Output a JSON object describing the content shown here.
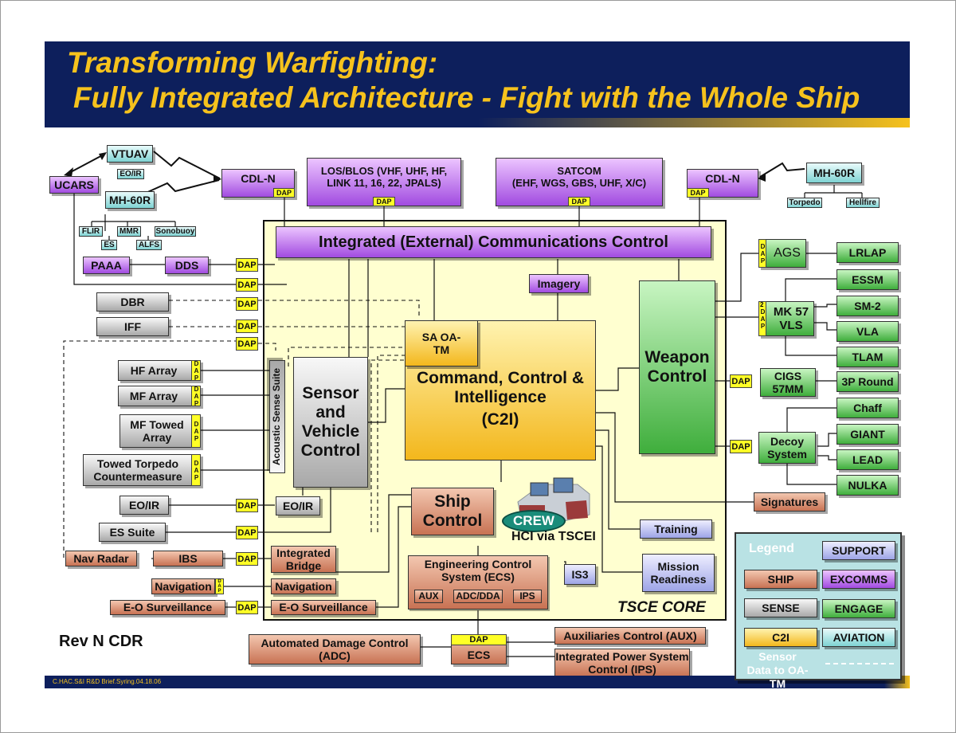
{
  "title": {
    "line1": "Transforming Warfighting:",
    "line2": "Fully Integrated Architecture - Fight with the Whole Ship"
  },
  "dap": "DAP",
  "aviation_left": {
    "vtuav": "VTUAV",
    "eoir": "EO/IR",
    "ucars": "UCARS",
    "mh60r": "MH-60R",
    "flir": "FLIR",
    "mmr": "MMR",
    "sonobuoy": "Sonobuoy",
    "es": "ES",
    "alfs": "ALFS"
  },
  "comms": {
    "cdln_left": "CDL-N",
    "losblos": "LOS/BLOS (VHF, UHF, HF, LINK 11, 16, 22, JPALS)",
    "satcom_title": "SATCOM",
    "satcom_sub": "(EHF, WGS, GBS, UHF, X/C)",
    "cdln_right": "CDL-N",
    "iecc": "Integrated (External) Communications Control",
    "imagery": "Imagery"
  },
  "aviation_right": {
    "mh60r": "MH-60R",
    "torpedo": "Torpedo",
    "hellfire": "Hellfire"
  },
  "left_inputs": {
    "paaa": "PAAA",
    "dds": "DDS",
    "dbr": "DBR",
    "iff": "IFF",
    "hf_array": "HF Array",
    "mf_array": "MF Array",
    "mf_towed": "MF Towed Array",
    "torpedo_cm": "Towed Torpedo Countermeasure",
    "eoir": "EO/IR",
    "es_suite": "ES Suite",
    "nav_radar": "Nav Radar",
    "ibs": "IBS",
    "navigation": "Navigation",
    "eo_surv": "E-O Surveillance"
  },
  "core": {
    "acoustic": "Acoustic Sense Suite",
    "svc": "Sensor and Vehicle Control",
    "eoir_inner": "EO/IR",
    "sa": "SA OA-TM",
    "c2i_main": "Command, Control & Intelligence",
    "c2i_abbr": "(C2I)",
    "weapon": "Weapon Control",
    "ship_control": "Ship Control",
    "crew": "CREW",
    "hci": "HCI via TSCEI",
    "ecs_title": "Engineering Control System (ECS)",
    "aux": "AUX",
    "adc_dda": "ADC/DDA",
    "ips": "IPS",
    "is3": "IS3",
    "training": "Training",
    "mission": "Mission Readiness",
    "integrated_bridge": "Integrated Bridge",
    "navigation": "Navigation",
    "eo_surv": "E-O Surveillance",
    "tsce": "TSCE CORE"
  },
  "weapons": {
    "ags": "AGS",
    "lrlap": "LRLAP",
    "mk57": "MK 57 VLS",
    "two": "2",
    "essm": "ESSM",
    "sm2": "SM-2",
    "vla": "VLA",
    "tlam": "TLAM",
    "cigs": "CIGS 57MM",
    "round": "3P Round",
    "decoy": "Decoy System",
    "chaff": "Chaff",
    "giant": "GIANT",
    "lead": "LEAD",
    "nulka": "NULKA",
    "signatures": "Signatures"
  },
  "bottom": {
    "adc": "Automated Damage Control (ADC)",
    "ecs": "ECS",
    "aux_ctrl": "Auxiliaries Control (AUX)",
    "ips_ctrl": "Integrated Power System Control (IPS)",
    "rev": "Rev N CDR",
    "footer": "C.HAC.S&I R&D Brief.Syring.04.18.06"
  },
  "legend": {
    "title": "Legend",
    "support": "SUPPORT",
    "ship": "SHIP",
    "excomms": "EXCOMMS",
    "sense": "SENSE",
    "engage": "ENGAGE",
    "c2i": "C2I",
    "aviation": "AVIATION",
    "sensor_data": "Sensor Data to OA-TM"
  },
  "colors": {
    "navy": "#0d1f5c",
    "gold": "#f6c21d",
    "core_fill": "#ffffd0",
    "support": "#bdbdbd",
    "excomms": "#c77dfa",
    "ship": "#df9676",
    "engage": "#6fd16a",
    "aviation": "#a9e8e8",
    "c2i": "#f7d25a",
    "dap": "#ffff26"
  }
}
